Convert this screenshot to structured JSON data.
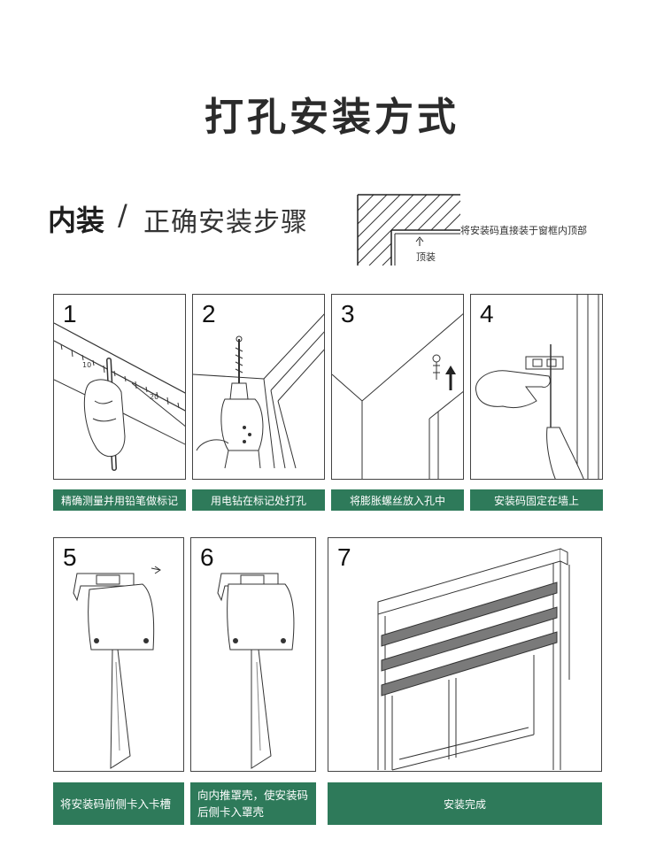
{
  "title": "打孔安装方式",
  "subtitle": {
    "strong": "内装",
    "slash": "/",
    "rest": "正确安装步骤"
  },
  "diagram": {
    "note": "将安装码直接装于窗框内顶部",
    "top_label": "顶装"
  },
  "steps": [
    {
      "num": "1",
      "caption": "精确测量并用铅笔做标记",
      "ruler_marks": [
        "10",
        "20"
      ]
    },
    {
      "num": "2",
      "caption": "用电钻在标记处打孔"
    },
    {
      "num": "3",
      "caption": "将膨胀螺丝放入孔中"
    },
    {
      "num": "4",
      "caption": "安装码固定在墙上"
    },
    {
      "num": "5",
      "caption": "将安装码前侧卡入卡槽"
    },
    {
      "num": "6",
      "caption": "向内推罩壳，使安装码后侧卡入罩壳"
    },
    {
      "num": "7",
      "caption": "安装完成"
    }
  ],
  "colors": {
    "caption_bg": "#2e7a5a",
    "line": "#444444"
  }
}
